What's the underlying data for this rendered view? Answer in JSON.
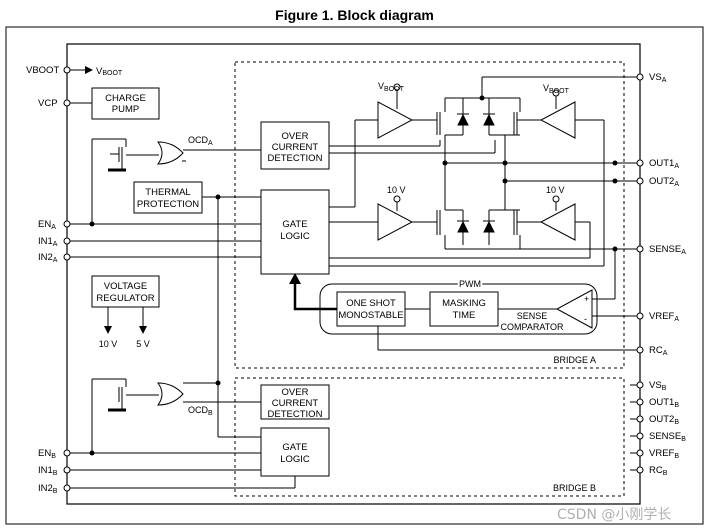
{
  "figure": {
    "title": "Figure 1. Block diagram"
  },
  "pins_left": {
    "vboot": "VBOOT",
    "vcp": "VCP",
    "en_a": "EN",
    "en_a_sub": "A",
    "in1_a": "IN1",
    "in1_a_sub": "A",
    "in2_a": "IN2",
    "in2_a_sub": "A",
    "en_b": "EN",
    "en_b_sub": "B",
    "in1_b": "IN1",
    "in1_b_sub": "B",
    "in2_b": "IN2",
    "in2_b_sub": "B"
  },
  "pins_right": {
    "vs_a": "VS",
    "vs_a_sub": "A",
    "out1_a": "OUT1",
    "out1_a_sub": "A",
    "out2_a": "OUT2",
    "out2_a_sub": "A",
    "sense_a": "SENSE",
    "sense_a_sub": "A",
    "vref_a": "VREF",
    "vref_a_sub": "A",
    "rc_a": "RC",
    "rc_a_sub": "A",
    "vs_b": "VS",
    "vs_b_sub": "B",
    "out1_b": "OUT1",
    "out1_b_sub": "B",
    "out2_b": "OUT2",
    "out2_b_sub": "B",
    "sense_b": "SENSE",
    "sense_b_sub": "B",
    "vref_b": "VREF",
    "vref_b_sub": "B",
    "rc_b": "RC",
    "rc_b_sub": "B"
  },
  "internal_labels": {
    "vboot_arrow": "V",
    "vboot_arrow_sub": "BOOT",
    "vboot_top_left": "V",
    "vboot_top_left_sub": "BOOT",
    "vboot_top_right": "V",
    "vboot_top_right_sub": "BOOT",
    "ocd_a": "OCD",
    "ocd_a_sub": "A",
    "ocd_b": "OCD",
    "ocd_b_sub": "B",
    "ten_v_left": "10 V",
    "ten_v_right": "10 V",
    "reg_out_10v": "10 V",
    "reg_out_5v": "5 V",
    "pwm": "PWM",
    "bridge_a": "BRIDGE A",
    "bridge_b": "BRIDGE B",
    "plus": "+",
    "minus": "-"
  },
  "blocks": {
    "charge_pump": [
      "CHARGE",
      "PUMP"
    ],
    "over_current_a": [
      "OVER",
      "CURRENT",
      "DETECTION"
    ],
    "thermal": [
      "THERMAL",
      "PROTECTION"
    ],
    "gate_logic_a": [
      "GATE",
      "LOGIC"
    ],
    "voltage_regulator": [
      "VOLTAGE",
      "REGULATOR"
    ],
    "one_shot": [
      "ONE SHOT",
      "MONOSTABLE"
    ],
    "masking_time": [
      "MASKING",
      "TIME"
    ],
    "sense_comparator": [
      "SENSE",
      "COMPARATOR"
    ],
    "over_current_b": [
      "OVER",
      "CURRENT",
      "DETECTION"
    ],
    "gate_logic_b": [
      "GATE",
      "LOGIC"
    ]
  },
  "watermark": "CSDN @小刚学长"
}
